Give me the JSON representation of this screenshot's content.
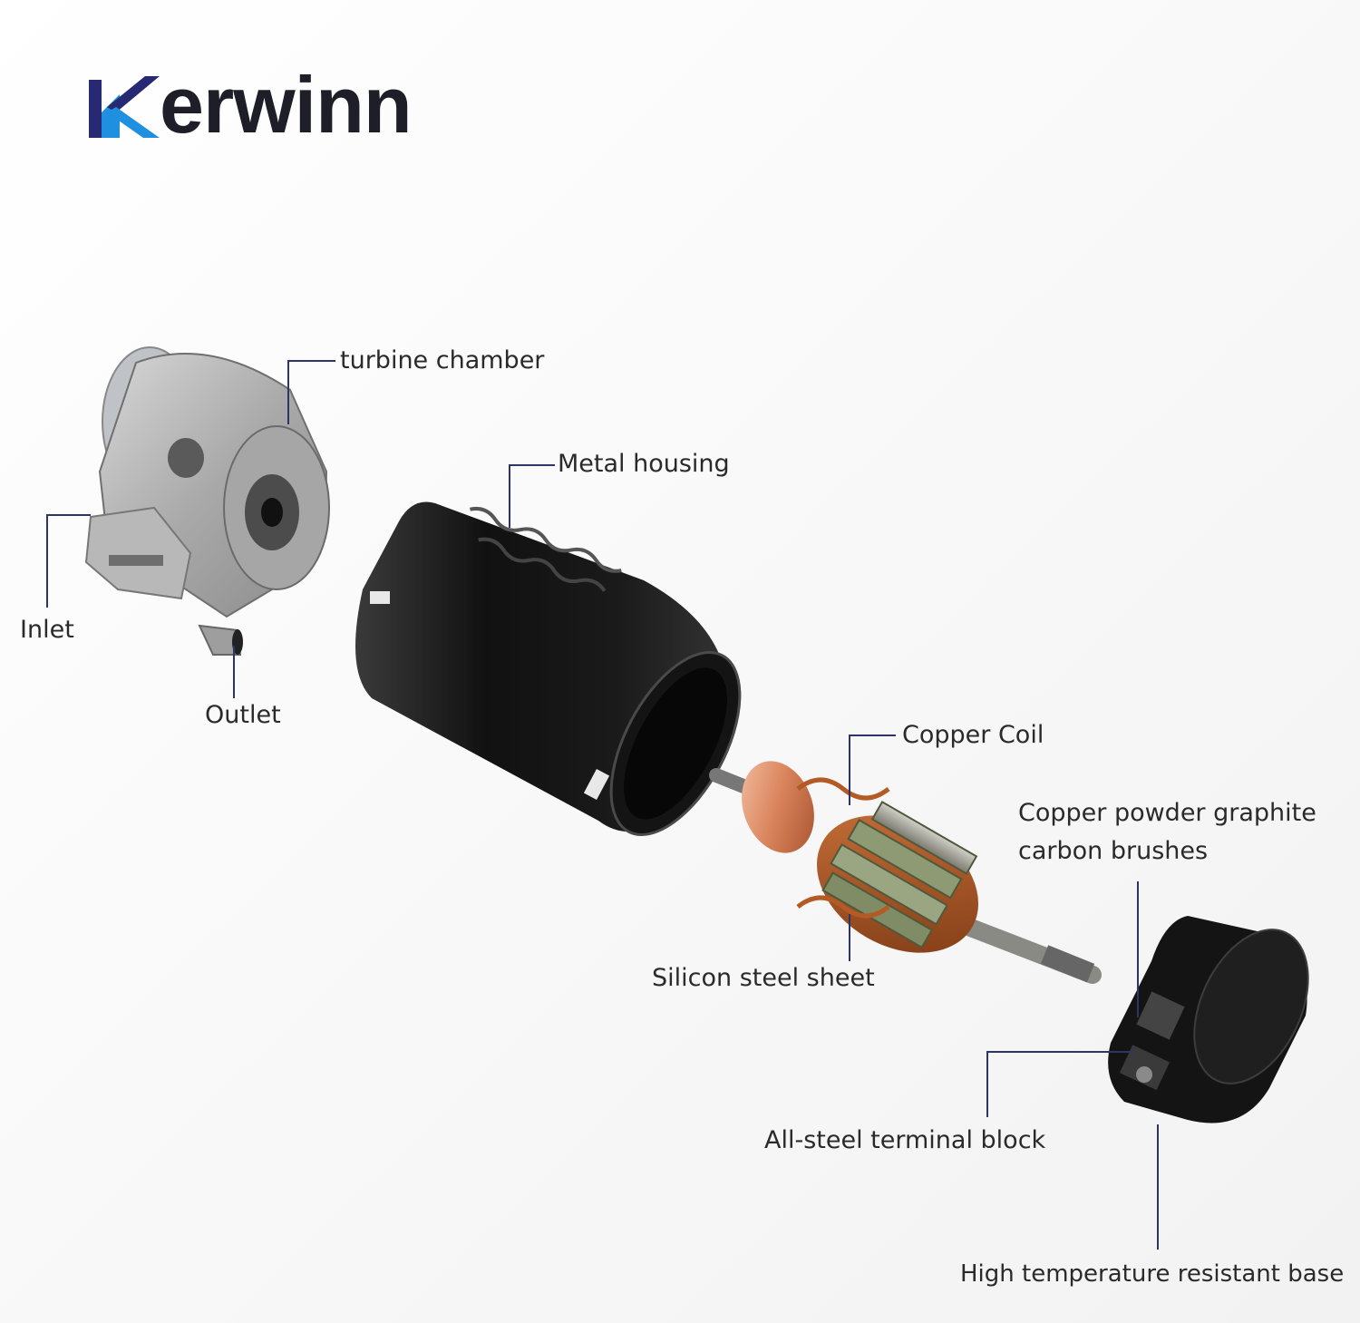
{
  "brand": {
    "name": "Kerwinn",
    "logo_text": "erwinn",
    "logo_colors": {
      "k_blue": "#1f8fe0",
      "k_navy": "#272a72",
      "text": "#1e1e28"
    }
  },
  "callout_line_color": "#2d3466",
  "labels": {
    "turbine_chamber": "turbine chamber",
    "metal_housing": "Metal housing",
    "inlet": "Inlet",
    "outlet": "Outlet",
    "copper_coil": "Copper Coil",
    "carbon_brushes_line1": "Copper powder graphite",
    "carbon_brushes_line2": "carbon brushes",
    "silicon_steel_sheet": "Silicon steel sheet",
    "terminal_block": "All-steel terminal block",
    "resistant_base": "High temperature resistant base"
  }
}
